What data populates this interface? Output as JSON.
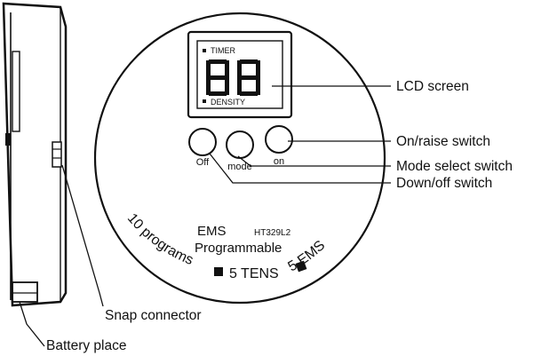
{
  "device": {
    "lcd_top_label": "TIMER",
    "lcd_bottom_label": "DENSITY",
    "lcd_digits": "88",
    "button_off_label": "Off",
    "button_mode_label": "mode",
    "button_on_label": "on",
    "brand": "EMS",
    "model": "HT329L2",
    "subtitle": "Programmable",
    "arc_left": "10 programs",
    "arc_middle": "5 TENS",
    "arc_right": "5 EMS"
  },
  "callouts": {
    "lcd_screen": "LCD screen",
    "on_raise_switch": "On/raise switch",
    "mode_select_switch": "Mode select switch",
    "down_off_switch": "Down/off switch",
    "snap_connector": "Snap connector",
    "battery_place": "Battery place"
  }
}
